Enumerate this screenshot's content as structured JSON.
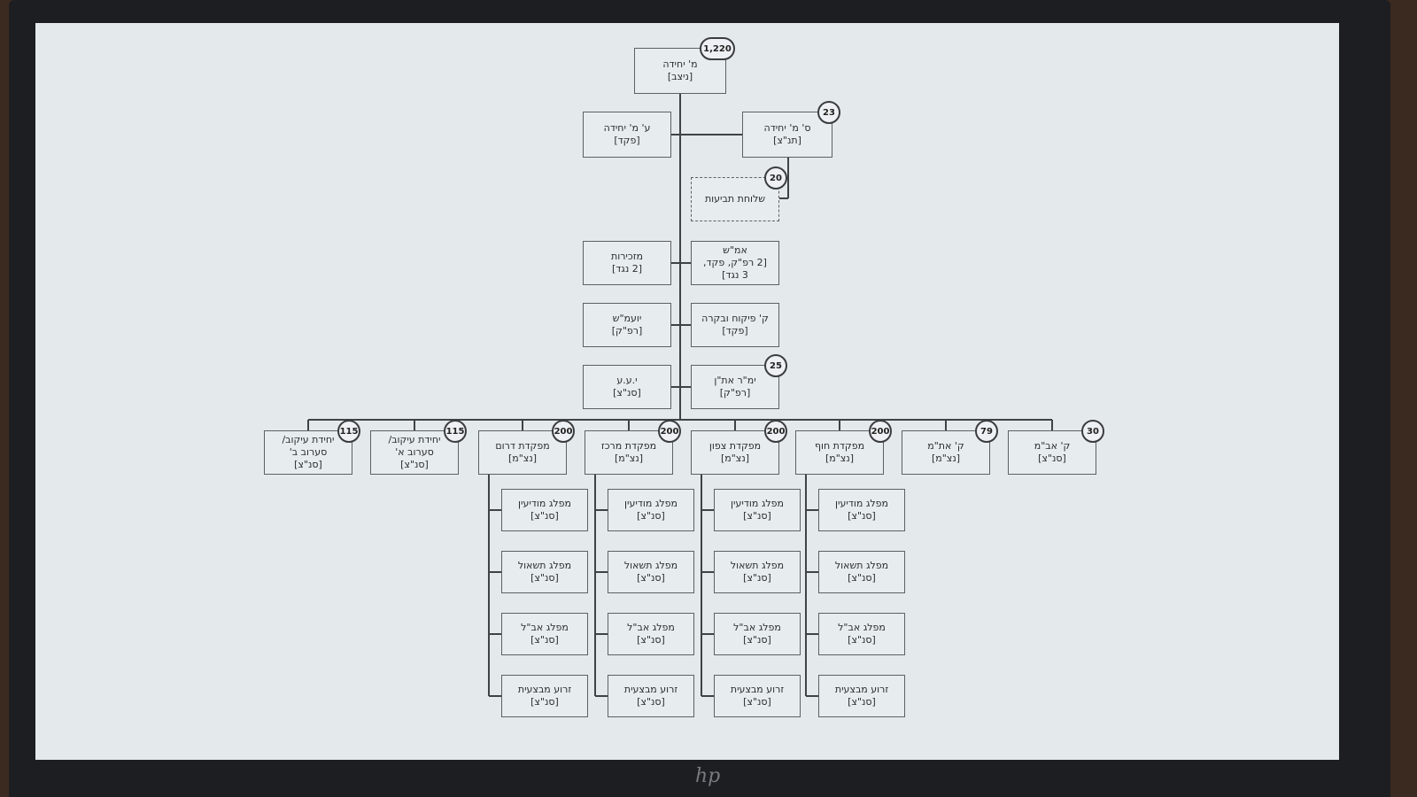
{
  "org_chart": {
    "root": {
      "title": "מ' יחידה",
      "rank": "[ניצב]",
      "count": "1,220"
    },
    "staff_left": [
      {
        "key": "deputy",
        "title": "ע' מ' יחידה",
        "rank": "[פקד]"
      },
      {
        "key": "secretariat",
        "title": "מזכירות",
        "rank": "[2 נגד]"
      },
      {
        "key": "advisor",
        "title": "יועמ\"ש",
        "rank": "[רפ\"ק]"
      },
      {
        "key": "yaa",
        "title": "י.ע.ע",
        "rank": "[סנ\"צ]"
      }
    ],
    "staff_right": [
      {
        "key": "vice-commander",
        "title": "ס' מ' יחידה",
        "rank": "[תנ\"צ]",
        "count": "23"
      },
      {
        "key": "claims-branch",
        "title": "שלוחת תביעות",
        "rank": "",
        "count": "20"
      },
      {
        "key": "amash",
        "title": "אמ\"ש",
        "rank": "[2 רפ\"ק, פקד,",
        "rank2": "3 נגד]"
      },
      {
        "key": "control-officer",
        "title": "ק' פיקוח ובקרה",
        "rank": "[פקד]"
      },
      {
        "key": "yamar",
        "title": "ימ\"ר את\"ן",
        "rank": "[רפ\"ק]",
        "count": "25"
      }
    ],
    "subunits": [
      {
        "key": "unit-b",
        "title": "יחידת עיקוב/",
        "title2": "סערוב ב'",
        "rank": "[סנ\"צ]",
        "count": "115"
      },
      {
        "key": "unit-a",
        "title": "יחידת עיקוב/",
        "title2": "סערוב א'",
        "rank": "[סנ\"צ]",
        "count": "115"
      },
      {
        "key": "south",
        "title": "מפקדת דרום",
        "rank": "[נצ\"מ]",
        "count": "200"
      },
      {
        "key": "center",
        "title": "מפקדת מרכז",
        "rank": "[נצ\"מ]",
        "count": "200"
      },
      {
        "key": "north",
        "title": "מפקדת צפון",
        "rank": "[נצ\"מ]",
        "count": "200"
      },
      {
        "key": "coast",
        "title": "מפקדת חוף",
        "rank": "[נצ\"מ]",
        "count": "200"
      },
      {
        "key": "hr-officer",
        "title": "ק' את\"מ",
        "rank": "[נצ\"מ]",
        "count": "79"
      },
      {
        "key": "ops-officer",
        "title": "ק' אב\"מ",
        "rank": "[סנ\"צ]",
        "count": "30"
      }
    ],
    "divisions": [
      {
        "key": "intel",
        "title": "מפלג מודיעין",
        "rank": "[סנ\"צ]"
      },
      {
        "key": "investigation",
        "title": "מפלג תשאול",
        "rank": "[סנ\"צ]"
      },
      {
        "key": "security",
        "title": "מפלג אב\"ל",
        "rank": "[סנ\"צ]"
      },
      {
        "key": "operations-arm",
        "title": "זרוע מבצעית",
        "rank": "[סנ\"צ]"
      }
    ]
  },
  "colors": {
    "screen": "#e4e9ec",
    "box_border": "#5d6066",
    "line": "#3f4246",
    "bezel": "#1d1e22"
  },
  "icons": {
    "brand_logo": "hp-logo"
  }
}
